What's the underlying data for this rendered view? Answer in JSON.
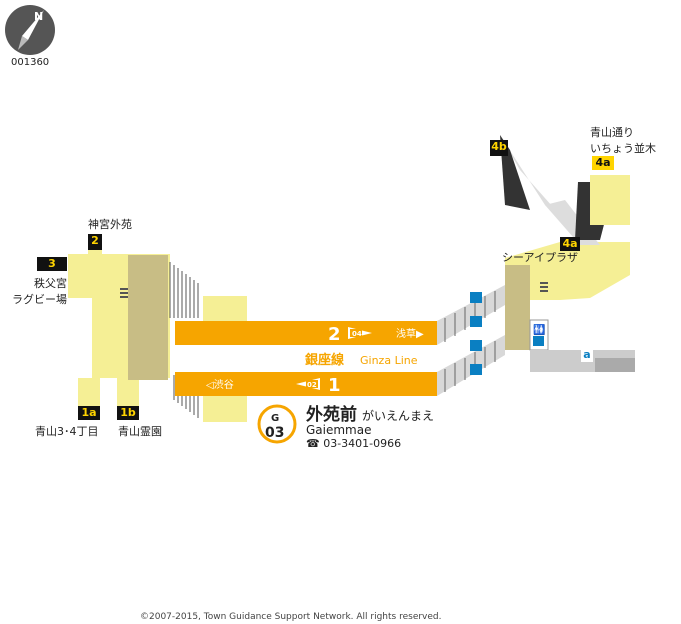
{
  "map_id": "001360",
  "north_label": "N",
  "line": {
    "name": "銀座線",
    "name_en": "Ginza Line",
    "color": "#f6a500",
    "platform1": {
      "number": "1",
      "direction": "◁渋谷",
      "station_code": "02"
    },
    "platform2": {
      "number": "2",
      "direction": "浅草▶",
      "station_code": "04"
    }
  },
  "station": {
    "line_letter": "G",
    "number": "03",
    "name": "外苑前",
    "kana": "がいえんまえ",
    "romaji": "Gaiemmae",
    "phone": "☎ 03-3401-0966"
  },
  "exits": [
    {
      "id": "2",
      "label": "神宮外苑"
    },
    {
      "id": "3",
      "label": "秩父宮\nラグビー場"
    },
    {
      "id": "1a",
      "label": "青山3･4丁目"
    },
    {
      "id": "1b",
      "label": "青山霊園"
    },
    {
      "id": "4b",
      "label": ""
    },
    {
      "id": "4a",
      "label": "青山通り\nいちょう並木"
    },
    {
      "id": "4a",
      "label": "シーアイプラザ"
    },
    {
      "id": "a",
      "label": ""
    }
  ],
  "copyright": "©2007-2015, Town Guidance Support Network. All rights reserved."
}
